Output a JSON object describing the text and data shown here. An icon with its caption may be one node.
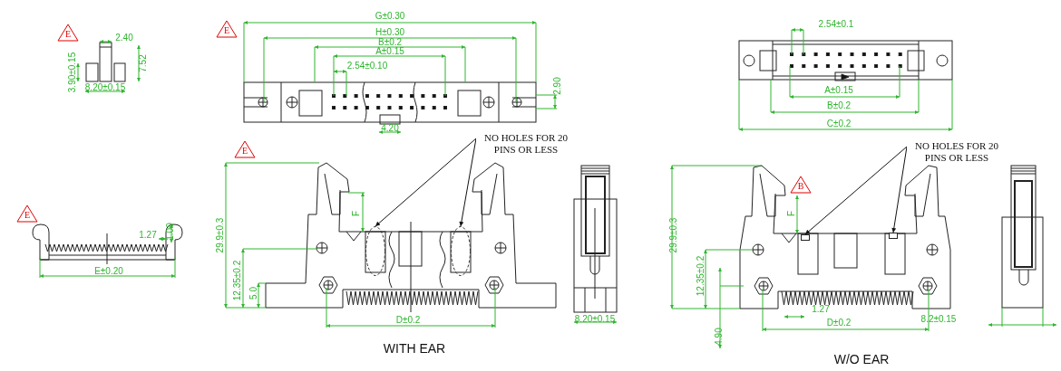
{
  "diagram": {
    "nodes": [
      {
        "text": [
          "NO HOLES FOR 20 PINS OR LESS"
        ]
      },
      {
        "text": [],
        "shape": "circle"
      },
      {
        "text": [],
        "shape": "circle"
      },
      {
        "text": [
          "NO HOLES FOR 20 PINS OR LESS"
        ]
      },
      {
        "text": [],
        "shape": "box"
      },
      {
        "text": [],
        "shape": "box"
      }
    ],
    "edges": [
      {
        "from": 0,
        "to": 1,
        "arrow": "to"
      },
      {
        "from": 0,
        "to": 2,
        "arrow": "to"
      },
      {
        "from": 3,
        "to": 4,
        "arrow": "to"
      },
      {
        "from": 3,
        "to": 5,
        "arrow": "to"
      }
    ],
    "labels": [
      "E",
      "2.40",
      "7.52",
      "3.90±0.15",
      "8.20±0.15",
      "E",
      "G±0.30",
      "H±0.30",
      "B±0.2",
      "A±0.15",
      "2.54±0.10",
      "2.90",
      "4.20",
      "2.54±0.1",
      "A±0.15",
      "B±0.2",
      "C±0.2",
      "E",
      "F",
      "29.9±0.3",
      "12.35±0.2",
      "5.0",
      "D±0.2",
      "8.20±0.15",
      "WITH EAR",
      "E",
      "1.27",
      "1.00",
      "E±0.20",
      "B",
      "F",
      "29.9±0.3",
      "12.35±0.2",
      "1.27",
      "D±0.2",
      "8.2±0.15",
      "4.90",
      "W/O EAR"
    ]
  }
}
